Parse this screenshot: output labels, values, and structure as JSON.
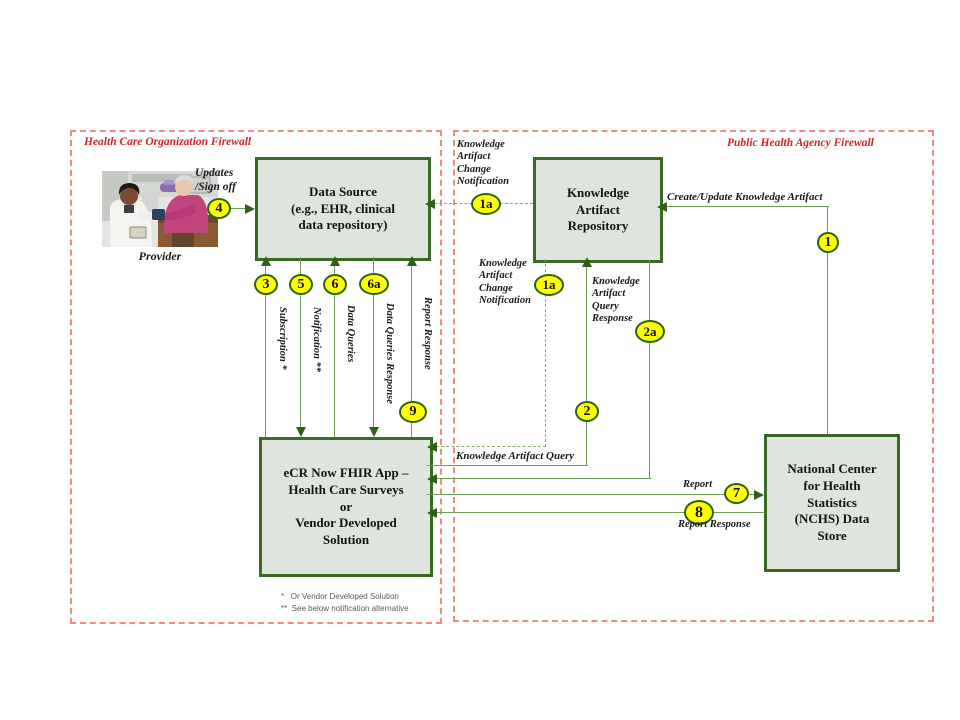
{
  "colors": {
    "box_fill": "#dfe4df",
    "box_border": "#3a6b22",
    "line_green": "#72995c",
    "arrow_green": "#2f6016",
    "badge_fill": "#ffff00",
    "firewall_dash": "#f4897b",
    "firewall_title": "#ce2424"
  },
  "firewalls": {
    "left_title": "Health Care Organization Firewall",
    "right_title": "Public Health Agency Firewall"
  },
  "boxes": {
    "data_source": "Data Source\n(e.g., EHR, clinical\ndata repository)",
    "knowledge_repo": "Knowledge\nArtifact\nRepository",
    "ecr_app": "eCR Now FHIR App –\nHealth Care Surveys\nor\nVendor Developed\nSolution",
    "nchs": "National Center\nfor Health\nStatistics\n(NCHS) Data\nStore"
  },
  "provider": {
    "caption": "Provider"
  },
  "flow_labels": {
    "updates": "Updates\n/Sign off",
    "kacn_top": "Knowledge\nArtifact\nChange\nNotification",
    "kacn_mid": "Knowledge\nArtifact\nChange\nNotification",
    "kaq_response": "Knowledge\nArtifact\nQuery\nResponse",
    "create_update": "Create/Update Knowledge Artifact",
    "ka_query": "Knowledge Artifact Query",
    "report": "Report",
    "report_response": "Report Response",
    "subscription": "Subscription *",
    "notification": "Notification **",
    "data_queries": "Data Queries",
    "data_queries_response": "Data Queries Response",
    "report_response_vertical": "Report Response"
  },
  "badges": {
    "s1": "1",
    "s1a": "1a",
    "s2": "2",
    "s2a": "2a",
    "s3": "3",
    "s4": "4",
    "s5": "5",
    "s6": "6",
    "s6a": "6a",
    "s7": "7",
    "s8": "8",
    "s9": "9"
  },
  "footnotes": {
    "line1": "*   Or Vendor Developed Solution",
    "line2": "**  See below notification alternative"
  }
}
